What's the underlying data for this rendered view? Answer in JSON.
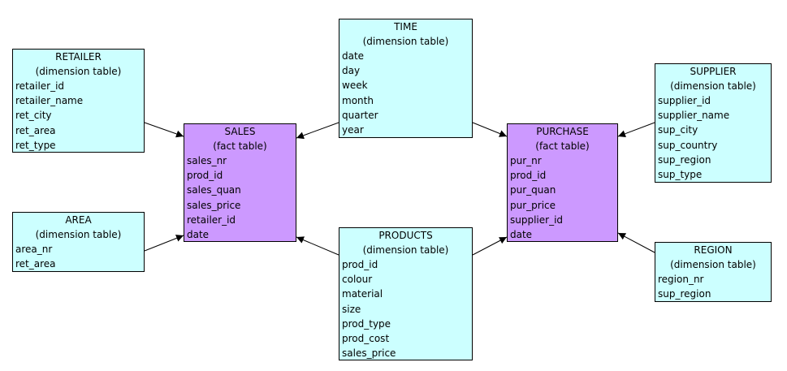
{
  "colors": {
    "dimension": "#ccffff",
    "fact": "#cc99ff",
    "line": "#000000"
  },
  "tables": {
    "retailer": {
      "name": "RETAILER",
      "kind": "(dimension table)",
      "attributes": [
        "retailer_id",
        "retailer_name",
        "ret_city",
        "ret_area",
        "ret_type"
      ]
    },
    "area": {
      "name": "AREA",
      "kind": "(dimension table)",
      "attributes": [
        "area_nr",
        "ret_area"
      ]
    },
    "time": {
      "name": "TIME",
      "kind": "(dimension table)",
      "attributes": [
        "date",
        "day",
        "week",
        "month",
        "quarter",
        "year"
      ]
    },
    "sales": {
      "name": "SALES",
      "kind": "(fact table)",
      "attributes": [
        "sales_nr",
        "prod_id",
        "sales_quan",
        "sales_price",
        "retailer_id",
        "date"
      ]
    },
    "products": {
      "name": "PRODUCTS",
      "kind": "(dimension table)",
      "attributes": [
        "prod_id",
        "colour",
        "material",
        "size",
        "prod_type",
        "prod_cost",
        "sales_price"
      ]
    },
    "purchase": {
      "name": "PURCHASE",
      "kind": "(fact table)",
      "attributes": [
        "pur_nr",
        "prod_id",
        "pur_quan",
        "pur_price",
        "supplier_id",
        "date"
      ]
    },
    "supplier": {
      "name": "SUPPLIER",
      "kind": "(dimension table)",
      "attributes": [
        "supplier_id",
        "supplier_name",
        "sup_city",
        "sup_country",
        "sup_region",
        "sup_type"
      ]
    },
    "region": {
      "name": "REGION",
      "kind": "(dimension table)",
      "attributes": [
        "region_nr",
        "sup_region"
      ]
    }
  },
  "relationships": [
    {
      "from": "retailer",
      "to": "sales"
    },
    {
      "from": "area",
      "to": "sales"
    },
    {
      "from": "time",
      "to": "sales"
    },
    {
      "from": "products",
      "to": "sales"
    },
    {
      "from": "time",
      "to": "purchase"
    },
    {
      "from": "products",
      "to": "purchase"
    },
    {
      "from": "supplier",
      "to": "purchase"
    },
    {
      "from": "region",
      "to": "purchase"
    }
  ]
}
